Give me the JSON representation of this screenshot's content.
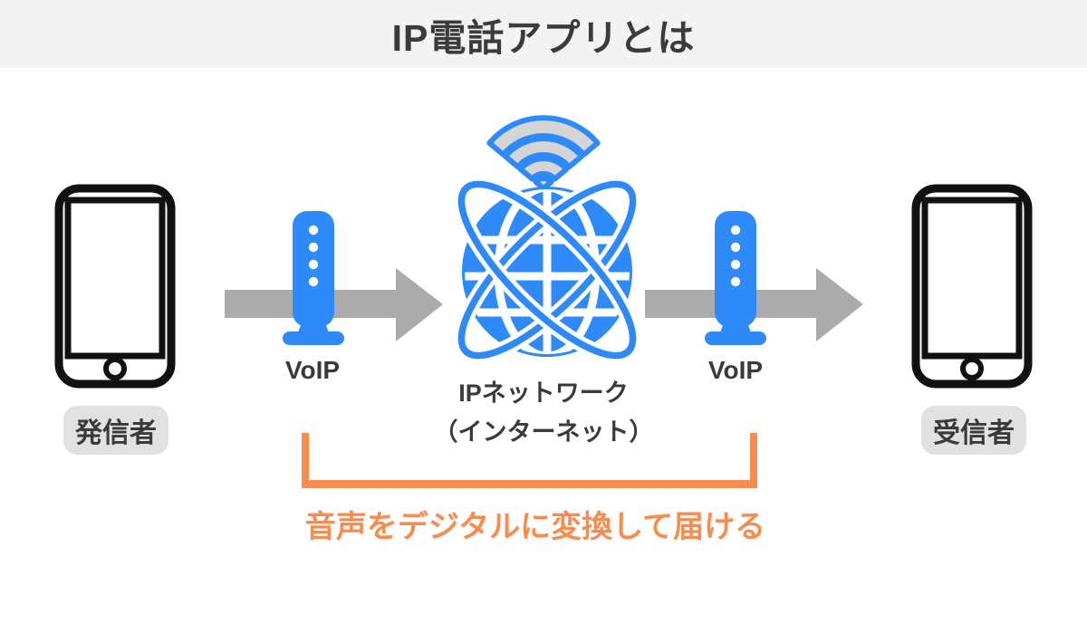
{
  "header": {
    "title": "IP電話アプリとは"
  },
  "flow": {
    "caller": {
      "label": "発信者"
    },
    "receiver": {
      "label": "受信者"
    },
    "voip_left": {
      "label": "VoIP"
    },
    "voip_right": {
      "label": "VoIP"
    },
    "network": {
      "line1": "IPネットワーク",
      "line2": "（インターネット）"
    },
    "note": {
      "text": "音声をデジタルに変換して届ける"
    }
  },
  "icons": {
    "caller": "smartphone-icon",
    "receiver": "smartphone-icon",
    "voip": "voip-adapter-icon",
    "network": "globe-with-orbits-icon",
    "signal": "wifi-icon",
    "flow": "right-arrow-icon"
  },
  "colors": {
    "accent_blue": "#2D8AF8",
    "arrow_gray": "#ABABAB",
    "highlight_orange": "#F88C4F",
    "label_pill_gray": "#E1E1E1",
    "header_gray": "#F3F3F3",
    "text_dark": "#3A3A3A",
    "wifi_fill_gray": "#D5D5D5",
    "phone_outline": "#111111"
  }
}
